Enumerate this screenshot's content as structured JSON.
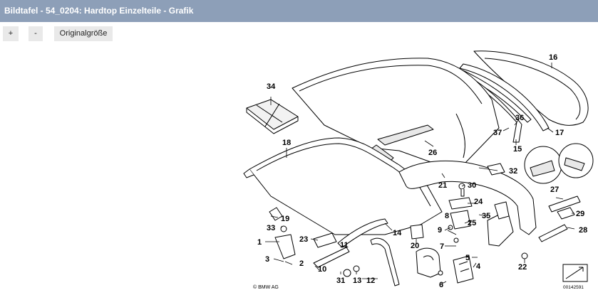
{
  "window": {
    "title": "Bildtafel - 54_0204: Hardtop Einzelteile - Grafik"
  },
  "toolbar": {
    "zoom_in": "+",
    "zoom_out": "-",
    "original_size": "Originalgröße"
  },
  "diagram": {
    "part_numbers": [
      "1",
      "2",
      "3",
      "4",
      "5",
      "6",
      "7",
      "8",
      "9",
      "10",
      "11",
      "12",
      "13",
      "14",
      "15",
      "16",
      "17",
      "18",
      "19",
      "20",
      "21",
      "22",
      "23",
      "24",
      "25",
      "26",
      "27",
      "28",
      "29",
      "30",
      "31",
      "32",
      "33",
      "34",
      "35",
      "36",
      "37"
    ],
    "copyright": "© BMW AG",
    "image_code": "00142591",
    "colors": {
      "line": "#000000",
      "fill": "#ffffff",
      "shade": "#e8e8e8"
    }
  }
}
